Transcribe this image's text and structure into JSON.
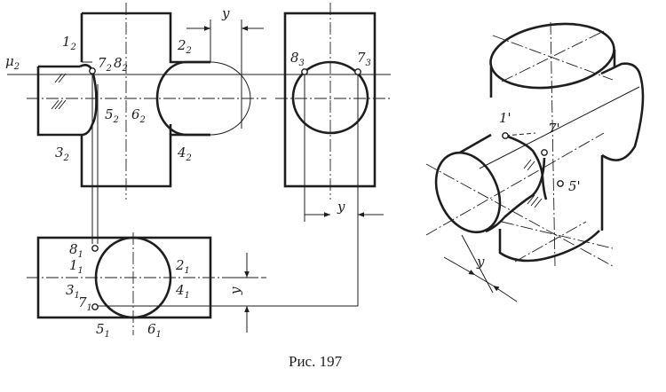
{
  "caption": "Рис. 197",
  "labels": {
    "mu2": {
      "main": "μ",
      "sub": "2"
    },
    "p1_2": {
      "main": "1",
      "sub": "2"
    },
    "p7_2": {
      "main": "7",
      "sub": "2"
    },
    "p8_2": {
      "main": "8",
      "sub": "2"
    },
    "p2_2": {
      "main": "2",
      "sub": "2"
    },
    "p5_2": {
      "main": "5",
      "sub": "2"
    },
    "p6_2": {
      "main": "6",
      "sub": "2"
    },
    "p3_2": {
      "main": "3",
      "sub": "2"
    },
    "p4_2": {
      "main": "4",
      "sub": "2"
    },
    "p8_3": {
      "main": "8",
      "sub": "3"
    },
    "p7_3": {
      "main": "7",
      "sub": "3"
    },
    "p8_1": {
      "main": "8",
      "sub": "1"
    },
    "p1_1": {
      "main": "1",
      "sub": "1"
    },
    "p2_1": {
      "main": "2",
      "sub": "1"
    },
    "p3_1": {
      "main": "3",
      "sub": "1"
    },
    "p7_1": {
      "main": "7",
      "sub": "1"
    },
    "p4_1": {
      "main": "4",
      "sub": "1"
    },
    "p5_1": {
      "main": "5",
      "sub": "1"
    },
    "p6_1": {
      "main": "6",
      "sub": "1"
    },
    "iso1": "1'",
    "iso7": "7'",
    "iso5": "5'",
    "dim_y_front": "y",
    "dim_y_side": "y",
    "dim_y_plan": "y",
    "dim_y_iso": "y"
  }
}
